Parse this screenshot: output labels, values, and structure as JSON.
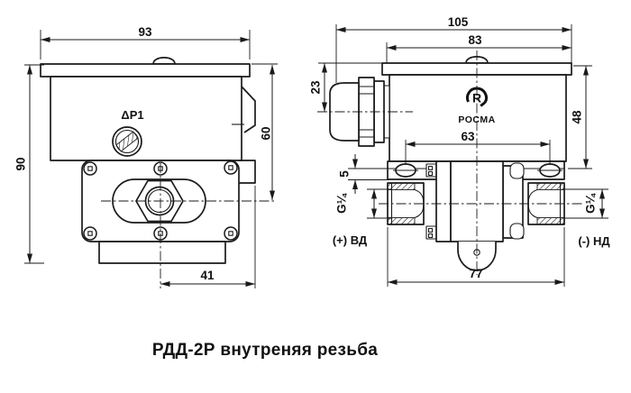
{
  "title": "РДД-2Р внутреняя резьба",
  "front": {
    "dim_width": "93",
    "dim_height": "90",
    "dim_height_right": "60",
    "dim_bottom": "41",
    "label_adjuster": "ΔP1"
  },
  "side": {
    "dim_overall_width": "105",
    "dim_lid_width": "83",
    "dim_gland_offset": "23",
    "dim_body_height": "48",
    "dim_hole_spacing": "63",
    "dim_flange_thickness": "5",
    "dim_port_spacing": "77",
    "label_port_left_thread": "G¼",
    "label_port_right_thread": "G¼",
    "brand_mark": "R",
    "brand_name": "РОСМА",
    "label_high_pressure": "(+) ВД",
    "label_low_pressure": "(-) НД"
  },
  "colors": {
    "ink": "#1a1a1a",
    "background": "#ffffff"
  }
}
